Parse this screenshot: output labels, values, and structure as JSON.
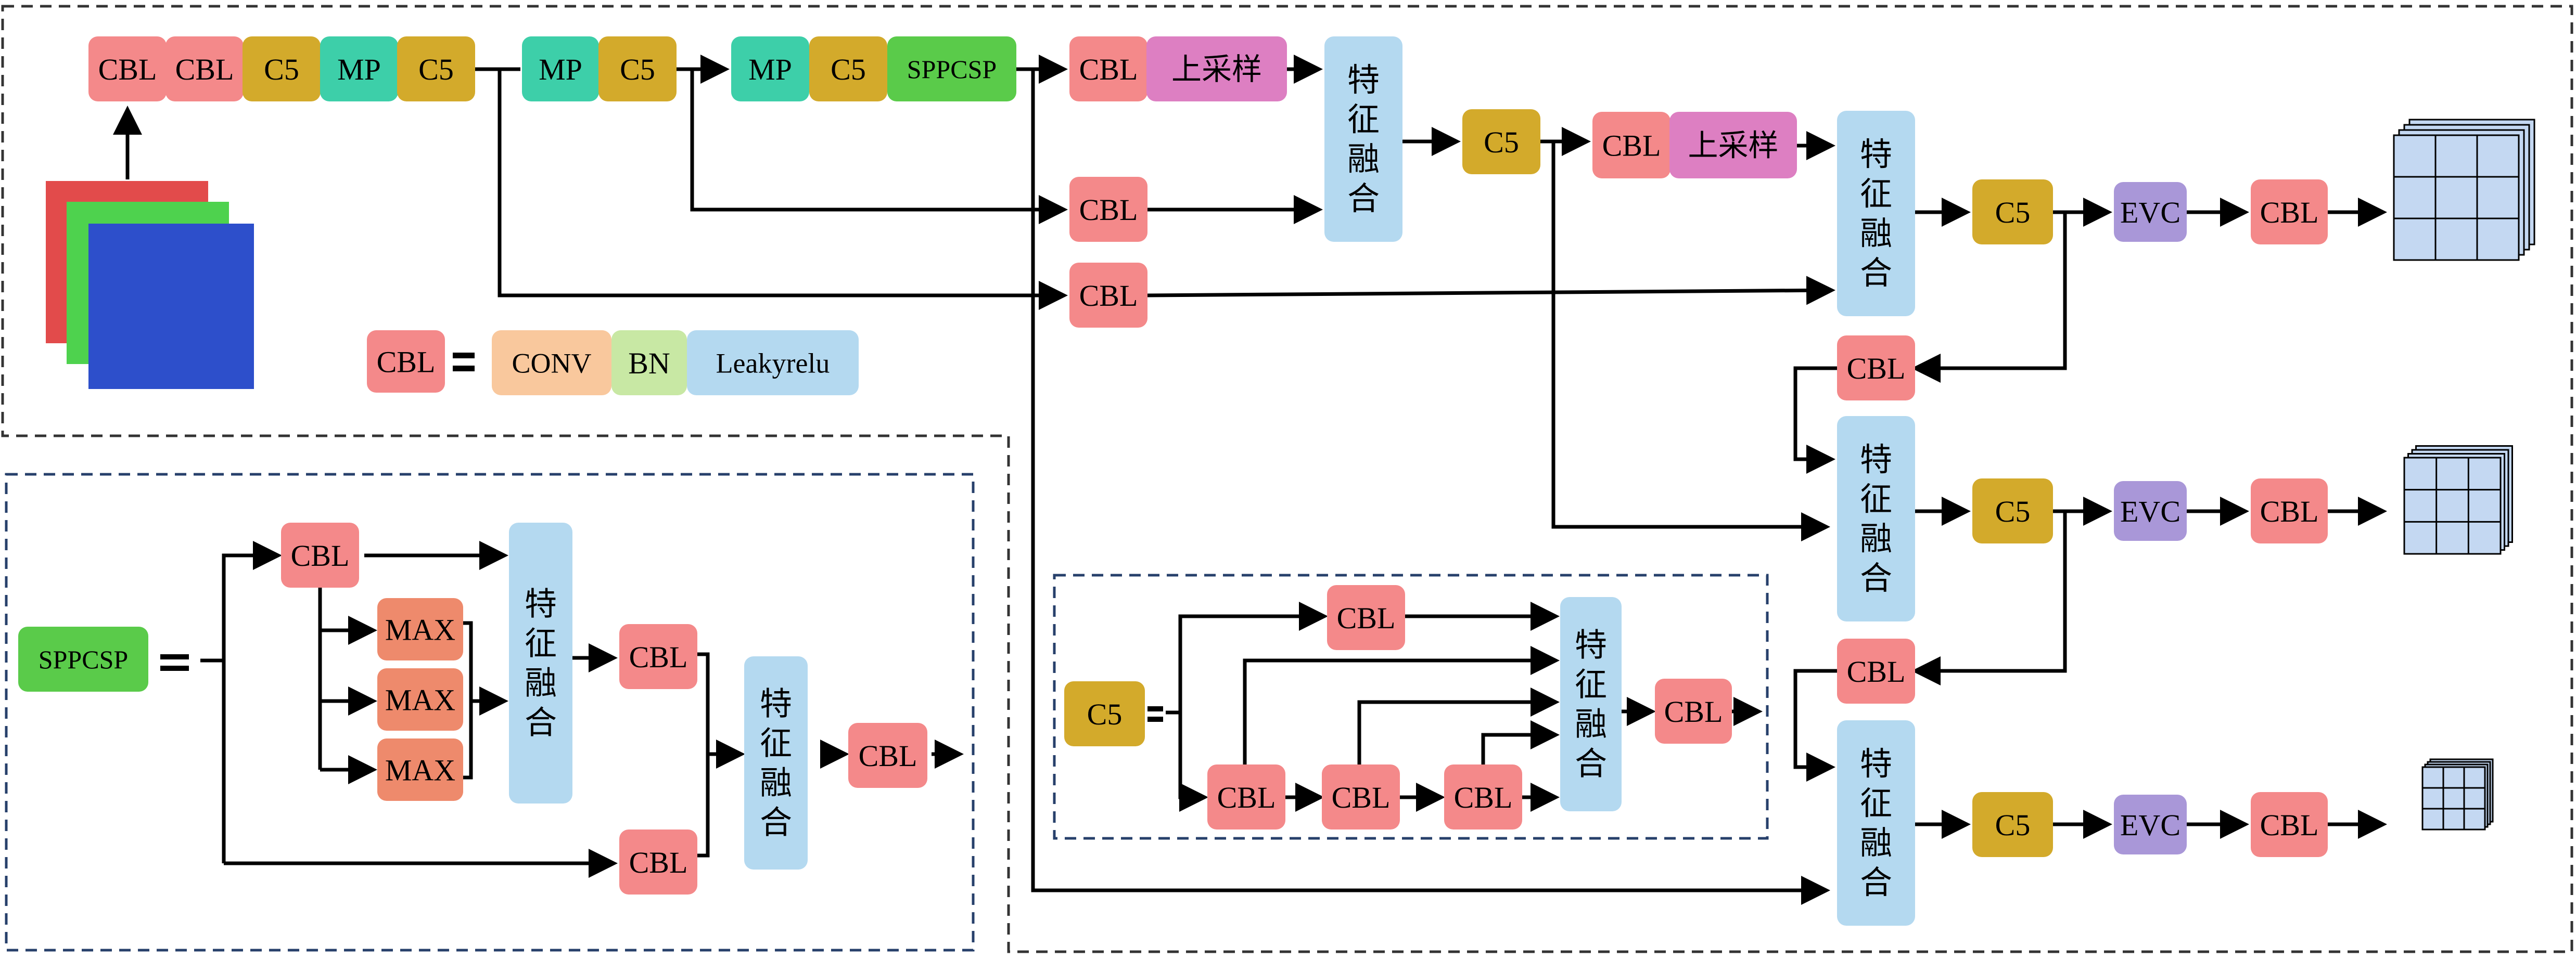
{
  "colors": {
    "cbl": "#f4898a",
    "c5": "#d3aa2b",
    "mp": "#3dcfa9",
    "sppcsp": "#5acb4a",
    "upsample": "#dd7fc2",
    "fusion": "#b4d9f0",
    "evc": "#a997d8",
    "max": "#ee8a6c",
    "conv": "#f9c89d",
    "bn": "#c8e8a4",
    "leaky": "#b4d9f0",
    "arrow": "#000000",
    "outer_border": "#333333",
    "inset_border": "#27406b",
    "cube_face": "#c4d8f2"
  },
  "labels": {
    "cbl": "CBL",
    "c5": "C5",
    "mp": "MP",
    "sppcsp": "SPPCSP",
    "upsample": "上采样",
    "fusion": "特征融合",
    "evc": "EVC",
    "max": "MAX",
    "conv": "CONV",
    "bn": "BN",
    "leaky": "Leakyrelu",
    "equals": "="
  },
  "icons": {
    "input_image": "rgb-image-stack-icon",
    "output_map": "feature-map-cube-icon"
  }
}
